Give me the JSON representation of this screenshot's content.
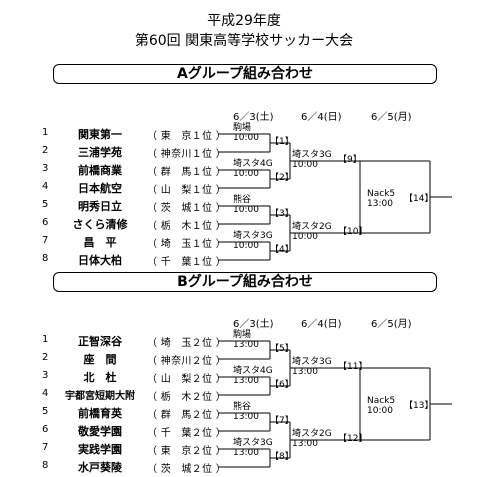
{
  "titles": {
    "line1": "平成29年度",
    "line2": "第60回 関東高等学校サッカー大会"
  },
  "groups": [
    {
      "banner": "Aグループ組み合わせ",
      "days": [
        "6／3(土)",
        "6／4(日)",
        "6／5(月)"
      ],
      "teams": [
        {
          "num": "1",
          "name": "関東第一",
          "pref": "（ 東　京１位 ）"
        },
        {
          "num": "2",
          "name": "三浦学苑",
          "pref": "（ 神奈川１位 ）"
        },
        {
          "num": "3",
          "name": "前橋商業",
          "pref": "（ 群　馬１位 ）"
        },
        {
          "num": "4",
          "name": "日本航空",
          "pref": "（ 山　梨１位 ）"
        },
        {
          "num": "5",
          "name": "明秀日立",
          "pref": "（ 茨　城１位 ）"
        },
        {
          "num": "6",
          "name": "さくら清修",
          "pref": "（ 栃　木１位 ）"
        },
        {
          "num": "7",
          "name": "昌　平",
          "pref": "（ 埼　玉１位 ）"
        },
        {
          "num": "8",
          "name": "日体大柏",
          "pref": "（ 千　葉１位 ）"
        }
      ],
      "r1": [
        {
          "venue": "駒場",
          "time": "10:00",
          "match": "【1】"
        },
        {
          "venue": "埼スタ4G",
          "time": "10:00",
          "match": "【2】"
        },
        {
          "venue": "熊谷",
          "time": "10:00",
          "match": "【3】"
        },
        {
          "venue": "埼スタ3G",
          "time": "10:00",
          "match": "【4】"
        }
      ],
      "r2": [
        {
          "venue": "埼スタ3G",
          "time": "10:00",
          "match": "【9】"
        },
        {
          "venue": "埼スタ2G",
          "time": "10:00",
          "match": "【10】"
        }
      ],
      "final": {
        "venue": "Nack5",
        "time": "13:00",
        "match": "【14】"
      }
    },
    {
      "banner": "Bグループ組み合わせ",
      "days": [
        "6／3(土)",
        "6／4(日)",
        "6／5(月)"
      ],
      "teams": [
        {
          "num": "1",
          "name": "正智深谷",
          "pref": "（ 埼　玉２位 ）"
        },
        {
          "num": "2",
          "name": "座　間",
          "pref": "（ 神奈川２位 ）"
        },
        {
          "num": "3",
          "name": "北　杜",
          "pref": "（ 山　梨２位 ）"
        },
        {
          "num": "4",
          "name": "宇都宮短期大附",
          "pref": "（ 栃　木２位 ）"
        },
        {
          "num": "5",
          "name": "前橋育英",
          "pref": "（ 群　馬２位 ）"
        },
        {
          "num": "6",
          "name": "敬愛学園",
          "pref": "（ 千　葉２位 ）"
        },
        {
          "num": "7",
          "name": "実践学園",
          "pref": "（ 東　京２位 ）"
        },
        {
          "num": "8",
          "name": "水戸葵陵",
          "pref": "（ 茨　城２位 ）"
        }
      ],
      "r1": [
        {
          "venue": "駒場",
          "time": "13:00",
          "match": "【5】"
        },
        {
          "venue": "埼スタ4G",
          "time": "13:00",
          "match": "【6】"
        },
        {
          "venue": "熊谷",
          "time": "13:00",
          "match": "【7】"
        },
        {
          "venue": "埼スタ3G",
          "time": "13:00",
          "match": "【8】"
        }
      ],
      "r2": [
        {
          "venue": "埼スタ3G",
          "time": "13:00",
          "match": "【11】"
        },
        {
          "venue": "埼スタ2G",
          "time": "13:00",
          "match": "【12】"
        }
      ],
      "final": {
        "venue": "Nack5",
        "time": "10:00",
        "match": "【13】"
      }
    }
  ]
}
